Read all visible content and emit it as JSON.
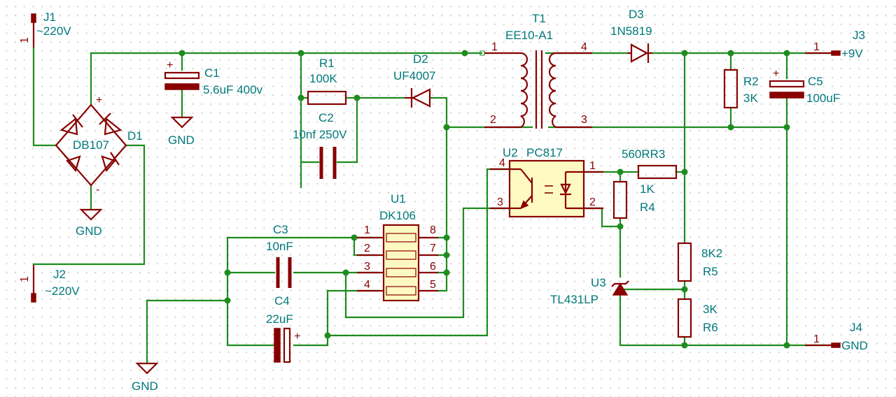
{
  "colors": {
    "wire": "#1e8c1e",
    "component": "#880000",
    "label": "#00787a",
    "ic_fill": "#fff9c2"
  },
  "components": {
    "J1": {
      "ref": "J1",
      "value": "~220V",
      "pin": "1"
    },
    "J2": {
      "ref": "J2",
      "value": "~220V",
      "pin": "1"
    },
    "J3": {
      "ref": "J3",
      "value": "+9V",
      "pin": "1"
    },
    "J4": {
      "ref": "J4",
      "value": "GND",
      "pin": "1"
    },
    "D1": {
      "ref": "D1",
      "value": "DB107",
      "plus": "+",
      "minus": "-"
    },
    "C1": {
      "ref": "C1",
      "value": "5.6uF 400v",
      "plus": "+"
    },
    "C2": {
      "ref": "C2",
      "value": "10nf 250V"
    },
    "C3": {
      "ref": "C3",
      "value": "10nF"
    },
    "C4": {
      "ref": "C4",
      "value": "22uF",
      "plus": "+"
    },
    "C5": {
      "ref": "C5",
      "value": "100uF",
      "plus": "+"
    },
    "R1": {
      "ref": "R1",
      "value": "100K"
    },
    "R2": {
      "ref": "R2",
      "value": "3K"
    },
    "R3": {
      "ref_value": "560RR3"
    },
    "R4": {
      "ref": "R4",
      "value": "1K"
    },
    "R5": {
      "ref": "R5",
      "value": "8K2"
    },
    "R6": {
      "ref": "R6",
      "value": "3K"
    },
    "D2": {
      "ref": "D2",
      "value": "UF4007"
    },
    "D3": {
      "ref": "D3",
      "value": "1N5819"
    },
    "T1": {
      "ref": "T1",
      "value": "EE10-A1",
      "pins": [
        "1",
        "2",
        "3",
        "4"
      ]
    },
    "U1": {
      "ref": "U1",
      "value": "DK106",
      "pins": [
        "1",
        "2",
        "3",
        "4",
        "5",
        "6",
        "7",
        "8"
      ]
    },
    "U2": {
      "ref": "U2",
      "value": "PC817",
      "pins": [
        "1",
        "2",
        "3",
        "4"
      ]
    },
    "U3": {
      "ref": "U3",
      "value": "TL431LP"
    }
  },
  "gnd_labels": [
    "GND",
    "GND",
    "GND"
  ]
}
